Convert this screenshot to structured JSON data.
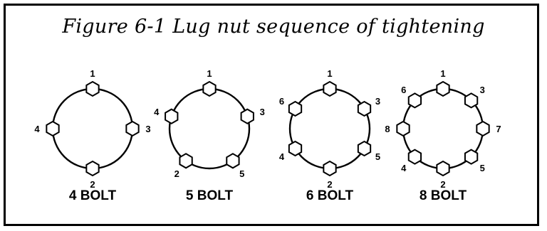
{
  "title": "Figure 6-1  Lug nut sequence of tightening",
  "patterns": [
    {
      "label": "4 BOLT",
      "sequence": [
        "1",
        "3",
        "2",
        "4"
      ]
    },
    {
      "label": "5 BOLT",
      "sequence": [
        "1",
        "3",
        "5",
        "2",
        "4"
      ]
    },
    {
      "label": "6 BOLT",
      "sequence": [
        "1",
        "3",
        "5",
        "2",
        "4",
        "6"
      ]
    },
    {
      "label": "8 BOLT",
      "sequence": [
        "1",
        "3",
        "7",
        "5",
        "2",
        "4",
        "8",
        "6"
      ]
    }
  ]
}
